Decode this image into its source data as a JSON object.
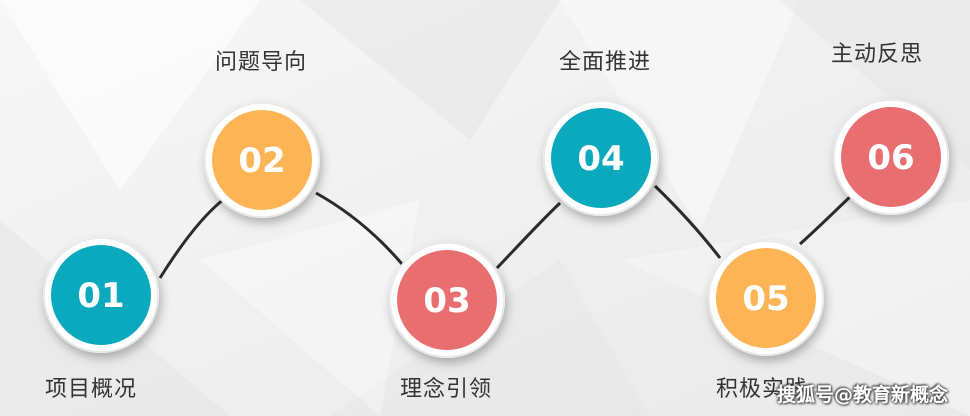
{
  "steps": [
    {
      "number": "01",
      "label": "项目概况",
      "color": "#0aa9bd"
    },
    {
      "number": "02",
      "label": "问题导向",
      "color": "#fdb455"
    },
    {
      "number": "03",
      "label": "理念引领",
      "color": "#e86e6f"
    },
    {
      "number": "04",
      "label": "全面推进",
      "color": "#0aa9bd"
    },
    {
      "number": "05",
      "label": "积极实践",
      "color": "#fdb455"
    },
    {
      "number": "06",
      "label": "主动反思",
      "color": "#e86e6f"
    }
  ],
  "watermark": "搜狐号@教育新概念"
}
